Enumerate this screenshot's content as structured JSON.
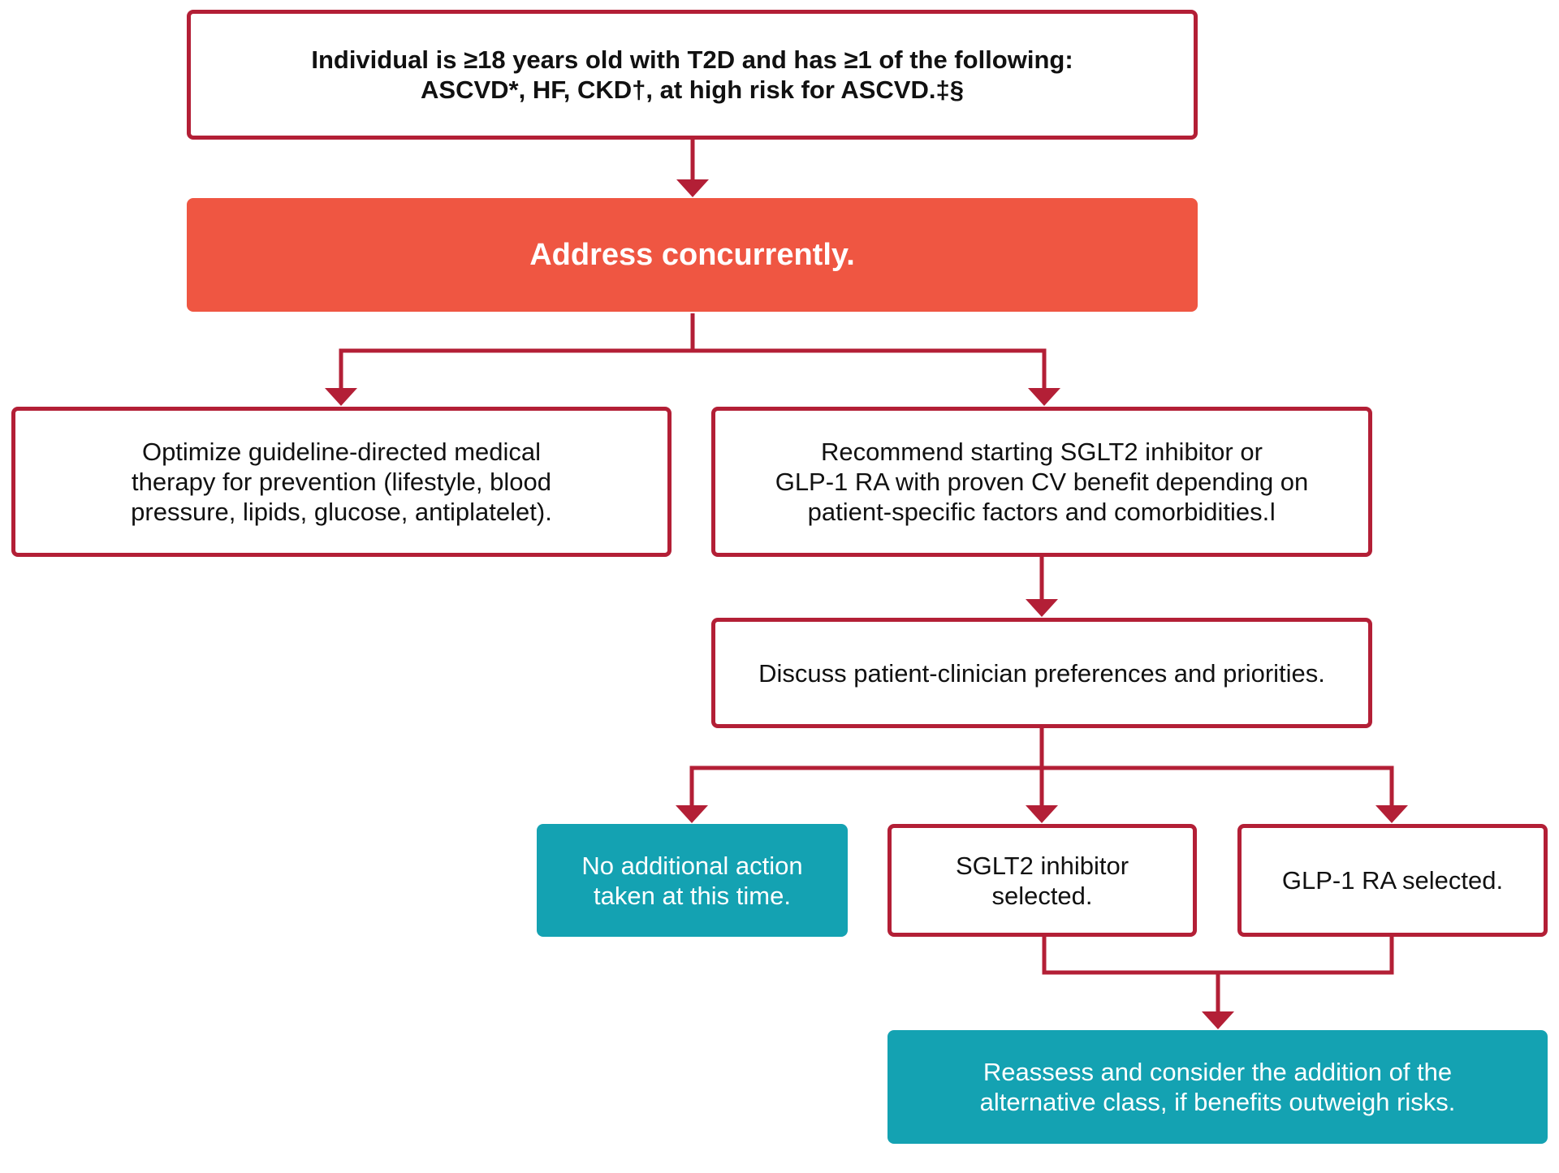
{
  "colors": {
    "accent_red": "#ef5642",
    "border_crimson": "#b31f36",
    "teal": "#14a2b2",
    "text": "#111111"
  },
  "flowchart": {
    "eligibility": "Individual is ≥18 years old with T2D and has ≥1 of the following:\nASCVD*, HF, CKD†, at high risk for ASCVD.‡§",
    "address": "Address concurrently.",
    "optimize": "Optimize guideline-directed medical\ntherapy for prevention (lifestyle, blood\npressure, lipids, glucose, antiplatelet).",
    "recommend": "Recommend starting SGLT2 inhibitor or\nGLP-1 RA with proven CV benefit depending on\npatient-specific factors and comorbidities.ǀ",
    "discuss": "Discuss patient-clinician preferences and priorities.",
    "no_action": "No additional action\ntaken at this time.",
    "sglt2": "SGLT2 inhibitor\nselected.",
    "glp1": "GLP-1 RA selected.",
    "reassess": "Reassess and consider the addition of the\nalternative class, if benefits outweigh risks."
  }
}
